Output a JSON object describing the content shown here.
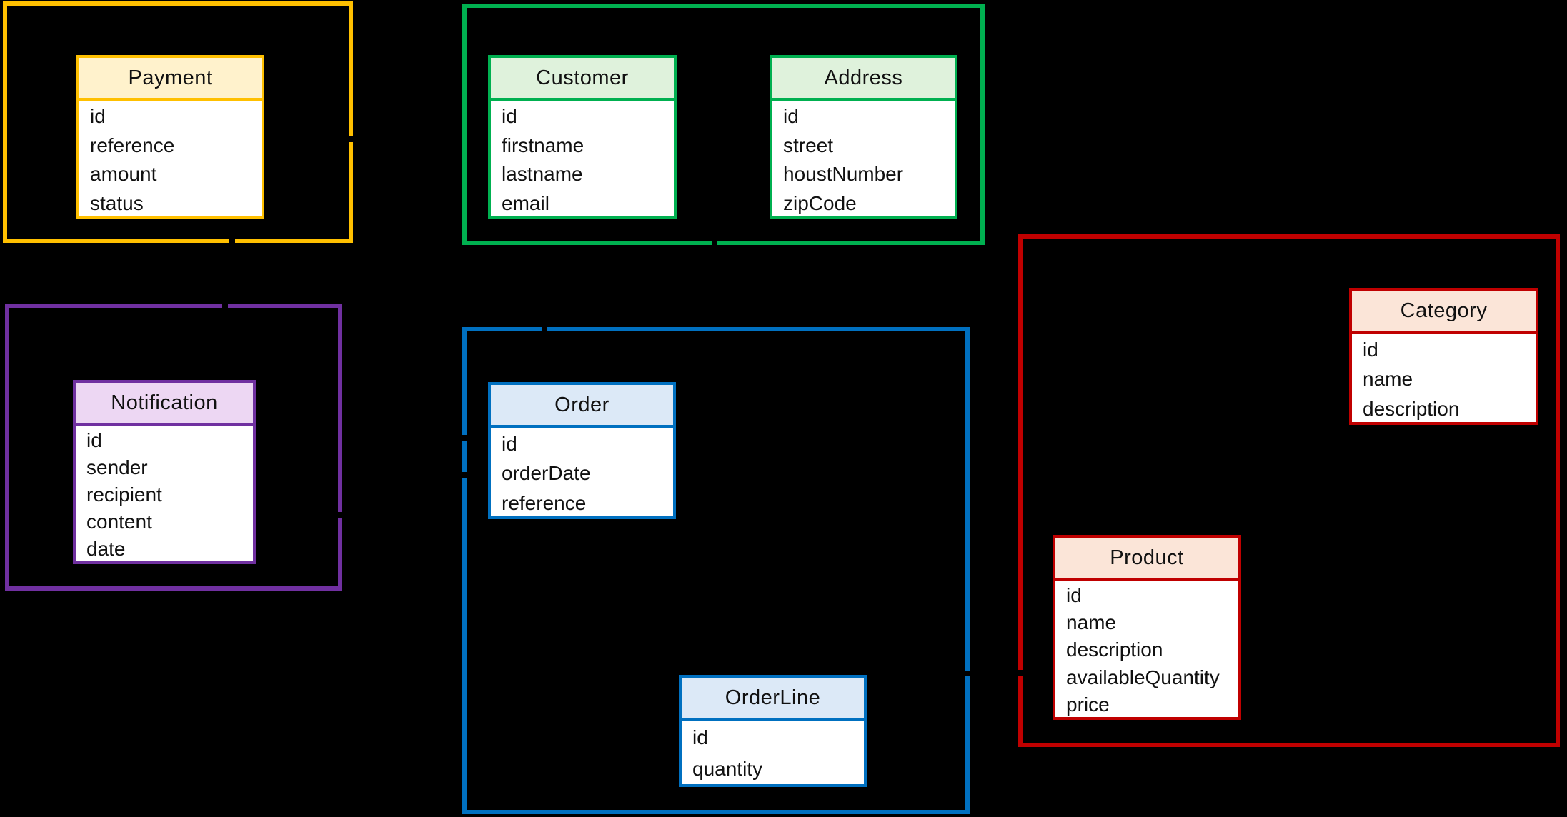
{
  "diagram": {
    "background_color": "#000000",
    "connector_color": "#000000",
    "groups": {
      "payment": {
        "border": "#FFC000",
        "header_fill": "#FFF2CC"
      },
      "customer": {
        "border": "#00B050",
        "header_fill": "#DFF2DC"
      },
      "notification": {
        "border": "#7030A0",
        "header_fill": "#EDD7F3"
      },
      "order": {
        "border": "#0070C0",
        "header_fill": "#DCE9F7"
      },
      "product": {
        "border": "#C00000",
        "header_fill": "#FBE5D8"
      }
    },
    "entities": {
      "payment": {
        "title": "Payment",
        "fields": [
          "id",
          "reference",
          "amount",
          "status"
        ]
      },
      "customer": {
        "title": "Customer",
        "fields": [
          "id",
          "firstname",
          "lastname",
          "email"
        ]
      },
      "address": {
        "title": "Address",
        "fields": [
          "id",
          "street",
          "houstNumber",
          "zipCode"
        ]
      },
      "notification": {
        "title": "Notification",
        "fields": [
          "id",
          "sender",
          "recipient",
          "content",
          "date"
        ]
      },
      "order": {
        "title": "Order",
        "fields": [
          "id",
          "orderDate",
          "reference"
        ]
      },
      "orderline": {
        "title": "OrderLine",
        "fields": [
          "id",
          "quantity"
        ]
      },
      "category": {
        "title": "Category",
        "fields": [
          "id",
          "name",
          "description"
        ]
      },
      "product": {
        "title": "Product",
        "fields": [
          "id",
          "name",
          "description",
          "availableQuantity",
          "price"
        ]
      }
    }
  }
}
